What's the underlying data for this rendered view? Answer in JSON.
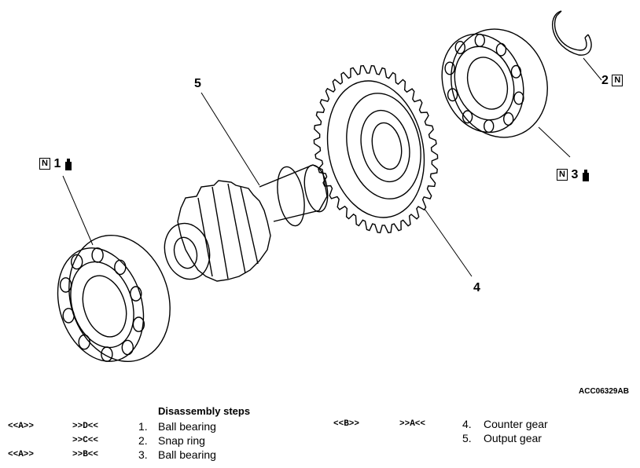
{
  "labels": {
    "part1": "1",
    "part2": "2",
    "part3": "3",
    "part4": "4",
    "part5": "5",
    "new_part_mark": "N"
  },
  "figure_code": "ACC06329AB",
  "steps_title": "Disassembly steps",
  "steps": [
    {
      "marker_left": "<<A>>",
      "marker_right": ">>D<<",
      "num": "1.",
      "name": "Ball bearing"
    },
    {
      "marker_left": "",
      "marker_right": ">>C<<",
      "num": "2.",
      "name": "Snap ring"
    },
    {
      "marker_left": "<<A>>",
      "marker_right": ">>B<<",
      "num": "3.",
      "name": "Ball bearing"
    },
    {
      "marker_left": "<<B>>",
      "marker_right": ">>A<<",
      "num": "4.",
      "name": "Counter gear"
    },
    {
      "marker_left": "",
      "marker_right": "",
      "num": "5.",
      "name": "Output gear"
    }
  ]
}
